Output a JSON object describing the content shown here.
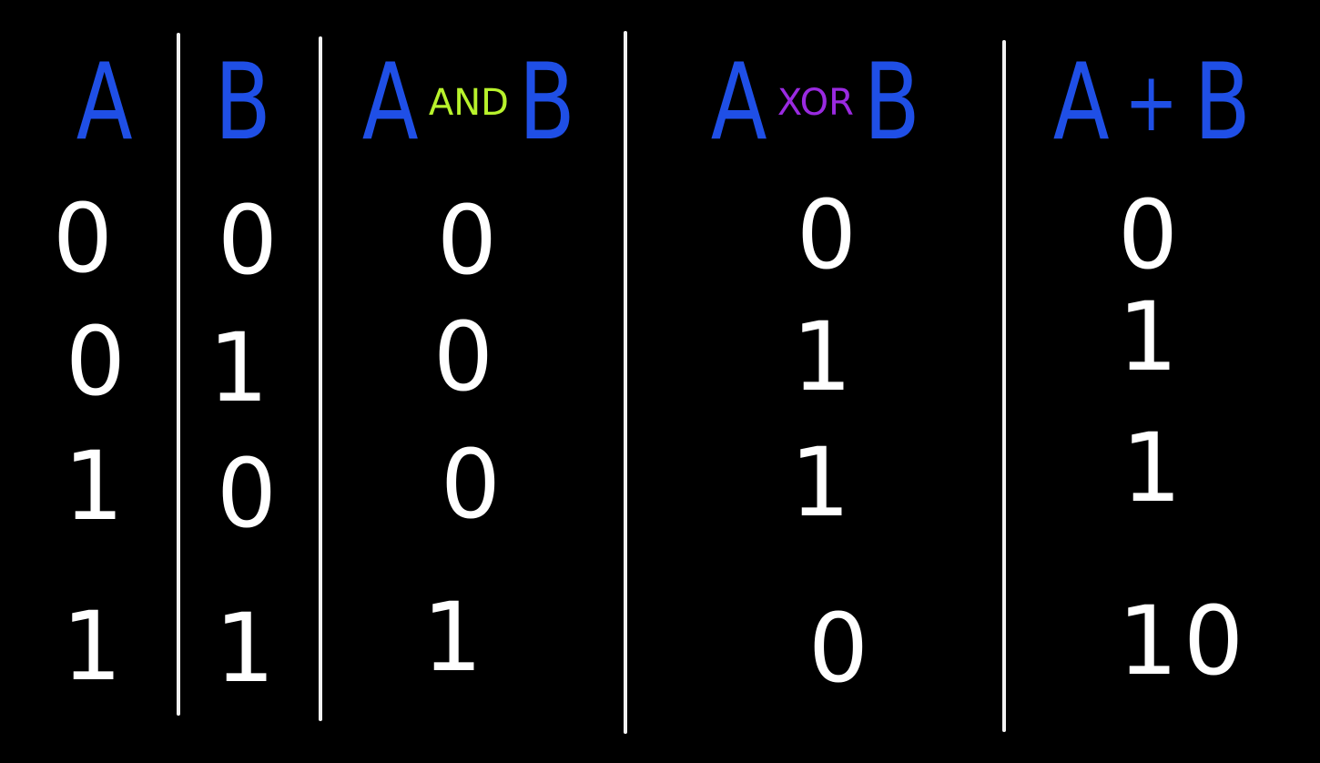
{
  "colors": {
    "background": "#000000",
    "operand": "#1f4fe6",
    "and_operator": "#b8f22c",
    "xor_operator": "#9a2ae0",
    "values": "#ffffff",
    "lines": "#f2f2f2"
  },
  "headers": {
    "a": "A",
    "b": "B",
    "and": {
      "left": "A",
      "op": "AND",
      "right": "B"
    },
    "xor": {
      "left": "A",
      "op": "XOR",
      "right": "B"
    },
    "sum": {
      "left": "A",
      "op": "+",
      "right": "B"
    }
  },
  "columns": {
    "a": [
      "0",
      "0",
      "1",
      "1"
    ],
    "b": [
      "0",
      "1",
      "0",
      "1"
    ],
    "and": [
      "0",
      "0",
      "0",
      "1"
    ],
    "xor": [
      "0",
      "1",
      "1",
      "0"
    ],
    "sum": [
      "0",
      "1",
      "1",
      "10"
    ]
  }
}
